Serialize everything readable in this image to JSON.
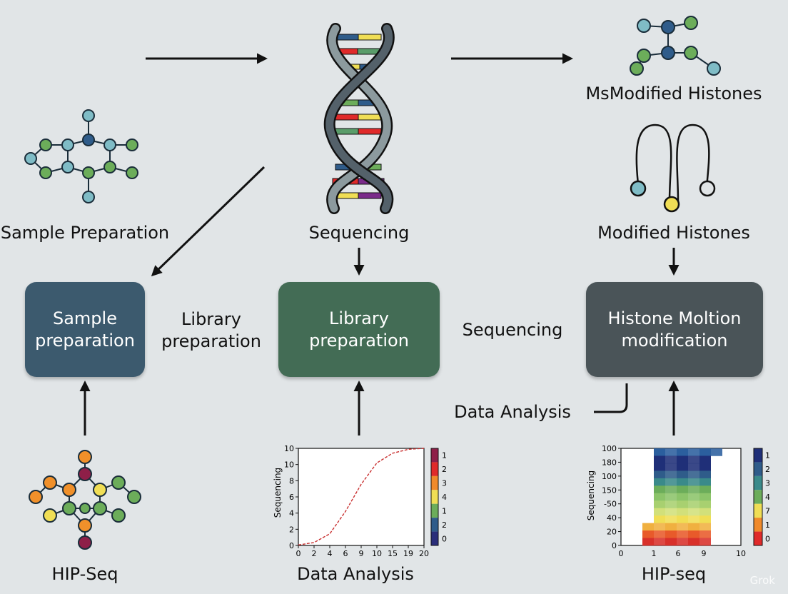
{
  "labels": {
    "sample_prep_top": "Sample Preparation",
    "sequencing_top": "Sequencing",
    "ms_modified": "MsModified Histones",
    "modified_histones": "Modified Histones",
    "hip_seq_left": "HIP-Seq",
    "data_analysis_bottom": "Data Analysis",
    "hip_seq_right": "HIP-seq",
    "library_prep_plain_1": "Library",
    "library_prep_plain_2": "preparation",
    "sequencing_mid": "Sequencing",
    "data_analysis_mid": "Data Analysis"
  },
  "boxes": {
    "sample": {
      "line1": "Sample",
      "line2": "preparation",
      "color": "#3c5a6e"
    },
    "library": {
      "line1": "Library",
      "line2": "preparation",
      "color": "#436c55"
    },
    "histone": {
      "line1": "Histone Moltion",
      "line2": "modification",
      "color": "#4a5458"
    }
  },
  "watermark": "Grok",
  "colors": {
    "teal": "#7fbcc6",
    "blue": "#2f5c8a",
    "green": "#6cad5a",
    "orange": "#f0902a",
    "yellow": "#f0de55",
    "maroon": "#8e1f48",
    "red": "#e02a2a"
  },
  "chart_data": [
    {
      "type": "line",
      "ylabel": "Sequencing",
      "xlabel": "",
      "title": "",
      "x_ticks": [
        "0",
        "2",
        "4",
        "6",
        "9",
        "10",
        "15",
        "19",
        "20"
      ],
      "y_ticks": [
        "0",
        "2",
        "4",
        "6",
        "8",
        "10",
        "10"
      ],
      "series": [
        {
          "x": [
            0,
            1,
            2,
            3,
            4,
            5,
            6,
            7,
            8
          ],
          "values": [
            0.05,
            0.3,
            1.2,
            3.5,
            6.3,
            8.5,
            9.5,
            9.9,
            10
          ]
        }
      ],
      "colorbar_ticks": [
        "1",
        "2",
        "3",
        "4",
        "1",
        "2",
        "0"
      ],
      "colorbar_colors": [
        "#8e1f48",
        "#e02a2a",
        "#f08a2a",
        "#f0de55",
        "#6cad5a",
        "#2f5c8a",
        "#2a2e7a"
      ]
    },
    {
      "type": "heatmap",
      "ylabel": "Sequencing",
      "xlabel": "",
      "title": "",
      "x_ticks": [
        "0",
        "1",
        "6",
        "9",
        "10"
      ],
      "y_ticks": [
        "100",
        "180",
        "100",
        "150",
        "-50",
        "40",
        "20",
        "0"
      ],
      "colorbar_ticks": [
        "1",
        "2",
        "3",
        "4",
        "7",
        "1",
        "0"
      ],
      "colorbar_colors": [
        "#1f2f78",
        "#2f5c8a",
        "#3a8a8a",
        "#6cad5a",
        "#f0de55",
        "#f08a2a",
        "#e02a2a"
      ]
    }
  ]
}
